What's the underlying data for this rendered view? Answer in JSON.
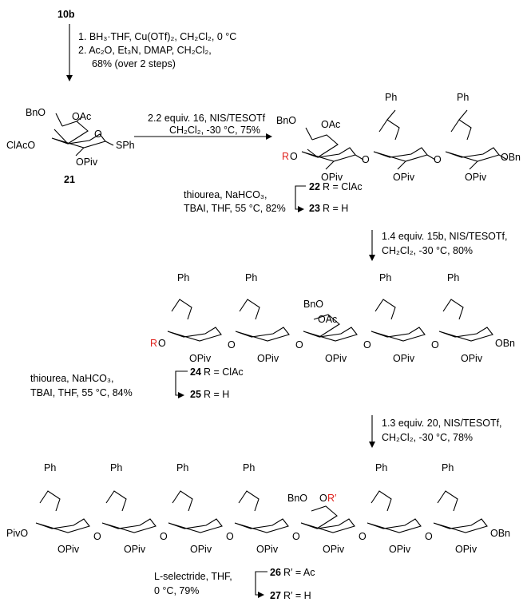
{
  "compounds": {
    "c10b": "10b",
    "c21": "21",
    "c22": "22",
    "c23": "23",
    "c24": "24",
    "c25": "25",
    "c26": "26",
    "c27": "27"
  },
  "steps": {
    "s1_line1": "1. BH₃·THF, Cu(OTf)₂, CH₂Cl₂, 0 °C",
    "s1_line2": "2. Ac₂O, Et₃N, DMAP, CH₂Cl₂,",
    "s1_line3": "68% (over 2 steps)",
    "glyco1_line1": "2.2 equiv. 16, NIS/TESOTf",
    "glyco1_line2": "CH₂Cl₂, -30 °C, 75%",
    "deprot1_line1": "thiourea, NaHCO₃,",
    "deprot1_line2": "TBAI, THF, 55 °C, 82%",
    "glyco2_line1": "1.4 equiv. 15b, NIS/TESOTf,",
    "glyco2_line2": "CH₂Cl₂, -30 °C, 80%",
    "deprot2_line1": "thiourea, NaHCO₃,",
    "deprot2_line2": "TBAI, THF, 55 °C, 84%",
    "glyco3_line1": "1.3 equiv. 20, NIS/TESOTf,",
    "glyco3_line2": "CH₂Cl₂, -30 °C, 78%",
    "red_line1": "L-selectride, THF,",
    "red_line2": "0 °C, 79%"
  },
  "substituents": {
    "r22": "R = ClAc",
    "r23": "R = H",
    "r24": "R = ClAc",
    "r25": "R = H",
    "r26": "R′ = Ac",
    "r27": "R′ = H"
  },
  "labels": {
    "Ph": "Ph",
    "O": "O",
    "OAc": "OAc",
    "OPiv": "OPiv",
    "OBn": "OBn",
    "BnO": "BnO",
    "ClAcO": "ClAcO",
    "SPh": "SPh",
    "PivO": "PivO",
    "R": "R",
    "Rprime": "R′"
  }
}
